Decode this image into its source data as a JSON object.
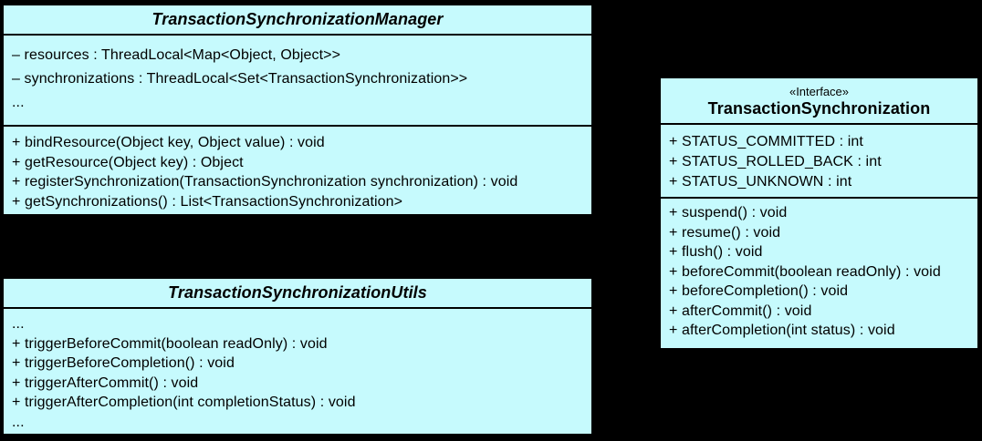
{
  "colors": {
    "background": "#000000",
    "box_fill": "#c6fafd",
    "box_border": "#000000",
    "text": "#000000"
  },
  "classes": [
    {
      "name": "TransactionSynchronizationManager",
      "stereotype": "",
      "attributes": [
        "– resources : ThreadLocal<Map<Object, Object>>",
        "– synchronizations : ThreadLocal<Set<TransactionSynchronization>>",
        "..."
      ],
      "operations": [
        "+ bindResource(Object key, Object value) : void",
        "+ getResource(Object key) : Object",
        "+ registerSynchronization(TransactionSynchronization synchronization) : void",
        "+ getSynchronizations() : List<TransactionSynchronization>"
      ]
    },
    {
      "name": "TransactionSynchronizationUtils",
      "stereotype": "",
      "attributes": [],
      "operations": [
        "...",
        "+ triggerBeforeCommit(boolean readOnly) : void",
        "+ triggerBeforeCompletion() : void",
        "+ triggerAfterCommit() : void",
        "+ triggerAfterCompletion(int completionStatus) : void",
        "..."
      ]
    },
    {
      "name": "TransactionSynchronization",
      "stereotype": "«Interface»",
      "attributes": [
        "+ STATUS_COMMITTED : int",
        "+ STATUS_ROLLED_BACK : int",
        "+ STATUS_UNKNOWN : int"
      ],
      "operations": [
        "+ suspend() : void",
        "+ resume() : void",
        "+ flush() : void",
        "+ beforeCommit(boolean readOnly) : void",
        "+ beforeCompletion() : void",
        "+ afterCommit() : void",
        "+ afterCompletion(int status) : void"
      ]
    }
  ]
}
